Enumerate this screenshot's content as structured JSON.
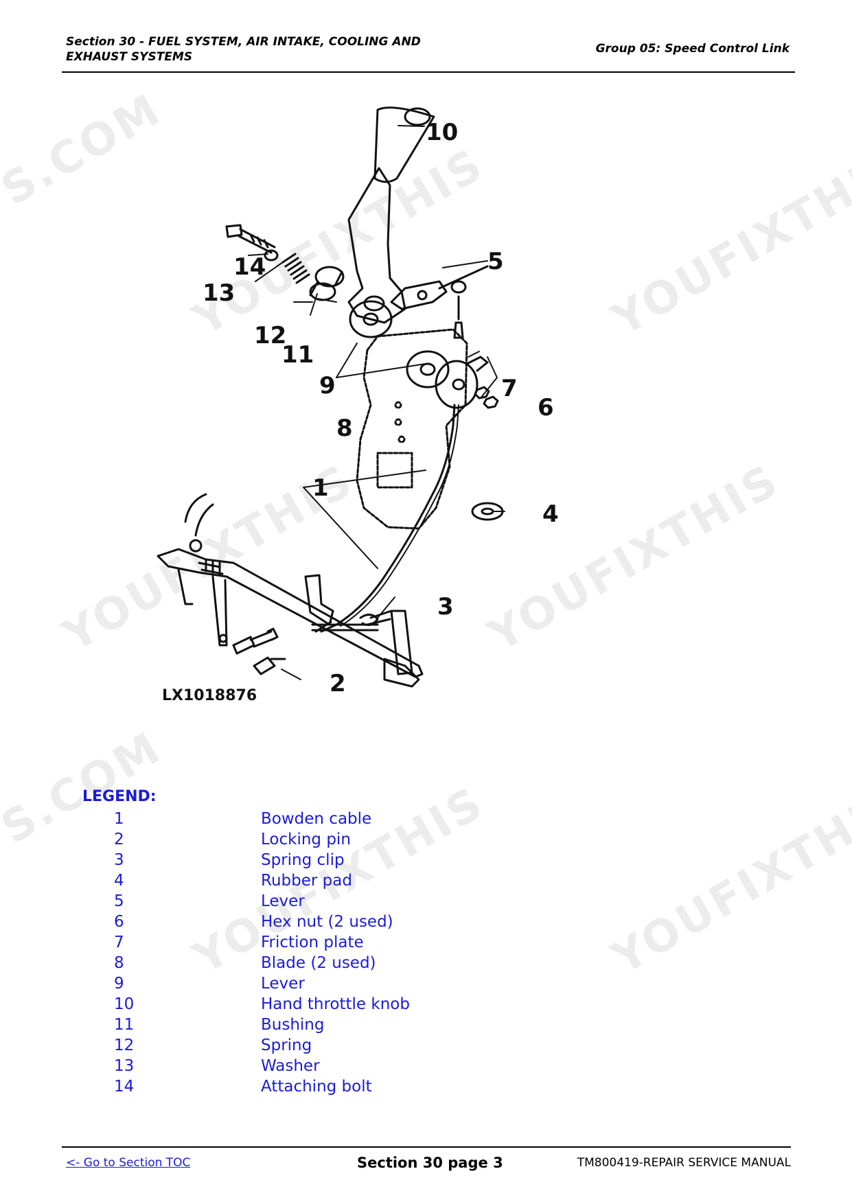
{
  "header": {
    "section_line1": "Section 30 - FUEL SYSTEM, AIR INTAKE, COOLING AND",
    "section_line2": "EXHAUST SYSTEMS",
    "group": "Group 05: Speed Control Link"
  },
  "figure": {
    "code": "LX1018876",
    "callouts": [
      "1",
      "2",
      "3",
      "4",
      "5",
      "6",
      "7",
      "8",
      "9",
      "10",
      "11",
      "12",
      "13",
      "14"
    ]
  },
  "legend": {
    "title": "LEGEND:",
    "items": [
      {
        "num": "1",
        "desc": "Bowden cable"
      },
      {
        "num": "2",
        "desc": "Locking pin"
      },
      {
        "num": "3",
        "desc": "Spring clip"
      },
      {
        "num": "4",
        "desc": "Rubber pad"
      },
      {
        "num": "5",
        "desc": "Lever"
      },
      {
        "num": "6",
        "desc": "Hex nut (2 used)"
      },
      {
        "num": "7",
        "desc": "Friction plate"
      },
      {
        "num": "8",
        "desc": "Blade (2 used)"
      },
      {
        "num": "9",
        "desc": "Lever"
      },
      {
        "num": "10",
        "desc": "Hand throttle knob"
      },
      {
        "num": "11",
        "desc": "Bushing"
      },
      {
        "num": "12",
        "desc": "Spring"
      },
      {
        "num": "13",
        "desc": "Washer"
      },
      {
        "num": "14",
        "desc": "Attaching bolt"
      }
    ]
  },
  "footer": {
    "toc_link": "<- Go to Section TOC",
    "page_label": "Section 30 page 3",
    "manual_id": "TM800419-REPAIR SERVICE MANUAL"
  },
  "watermark": {
    "text_a": "YOUFIXTHIS",
    "text_b": "S.COM"
  }
}
